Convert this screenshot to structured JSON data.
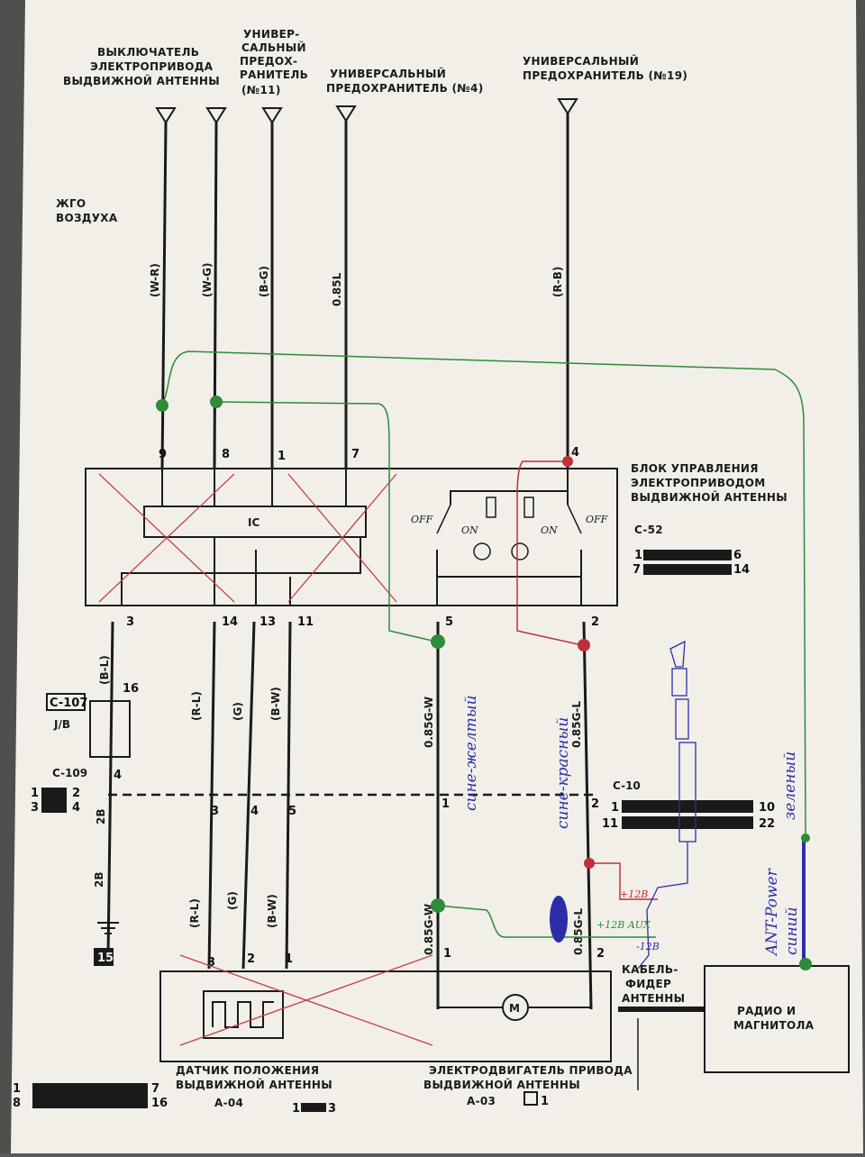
{
  "top_labels": {
    "antenna_switch": [
      "ВЫКЛЮЧАТЕЛЬ",
      "ЭЛЕКТРОПРИВОДА",
      "ВЫДВИЖНОЙ АНТЕННЫ"
    ],
    "fuse11": [
      "УНИВЕР-",
      "САЛЬНЫЙ",
      "ПРЕДОХ-",
      "РАНИТЕЛЬ",
      "(№11)"
    ],
    "fuse4": [
      "УНИВЕРСАЛЬНЫЙ",
      "ПРЕДОХРАНИТЕЛЬ (№4)"
    ],
    "fuse19": [
      "УНИВЕРСАЛЬНЫЙ",
      "ПРЕДОХРАНИТЕЛЬ (№19)"
    ],
    "air": [
      "ЖГО",
      "ВОЗДУХА"
    ]
  },
  "wire_labels": {
    "w1": "(W-R)",
    "w2": "(W-G)",
    "w3": "(B-G)",
    "w4": "0.85L",
    "w5": "(R-B)",
    "w_bl": "(B-L)",
    "w_rl": "(R-L)",
    "w_g": "(G)",
    "w_bw": "(B-W)",
    "w_85gw": "0.85G-W",
    "w_85gl": "0.85G-L",
    "w_bl2": "2B",
    "w_bl3": "2B"
  },
  "top_pins": [
    "9",
    "8",
    "1",
    "7",
    "4"
  ],
  "control_unit": {
    "title": [
      "БЛОК УПРАВЛЕНИЯ",
      "ЭЛЕКТРОПРИВОДОМ",
      "ВЫДВИЖНОЙ АНТЕННЫ"
    ],
    "ic": "IC",
    "connector": "C-52",
    "conn_row1": [
      "1",
      "6"
    ],
    "conn_row2": [
      "7",
      "14"
    ],
    "relay_left": [
      "OFF",
      "ON"
    ],
    "relay_right": [
      "ON",
      "OFF"
    ]
  },
  "bottom_pins": [
    "3",
    "14",
    "13",
    "11",
    "5",
    "2"
  ],
  "jb": {
    "connector": "C-107",
    "name": "J/B",
    "pin": "16",
    "pin2": "4"
  },
  "c109": {
    "name": "C-109",
    "pins": [
      "1",
      "2",
      "3",
      "4"
    ]
  },
  "c10": {
    "name": "C-10",
    "row1": [
      "1",
      "10"
    ],
    "row2": [
      "11",
      "22"
    ],
    "pins": [
      "3",
      "4",
      "5",
      "1",
      "2"
    ]
  },
  "ground_tag": "15",
  "sensor": {
    "title": [
      "ДАТЧИК ПОЛОЖЕНИЯ",
      "ВЫДВИЖНОЙ АНТЕННЫ"
    ],
    "connector": "A-04",
    "pins": [
      "3",
      "2",
      "1"
    ],
    "conn_pins": [
      "1",
      "3"
    ],
    "left_conn": [
      "1",
      "7",
      "8",
      "16"
    ]
  },
  "motor": {
    "title": [
      "ЭЛЕКТРОДВИГАТЕЛЬ ПРИВОДА",
      "ВЫДВИЖНОЙ АНТЕННЫ"
    ],
    "connector": "A-03",
    "pins": [
      "1",
      "2"
    ],
    "symbol": "M",
    "conn_pin": "1"
  },
  "feeder": [
    "КАБЕЛЬ-",
    "ФИДЕР",
    "АНТЕННЫ"
  ],
  "radio": [
    "РАДИО И",
    "МАГНИТОЛА"
  ],
  "handwritten": {
    "yellow": "сине-желтый",
    "red": "сине-красный",
    "green": "зеленый",
    "blue": "синий",
    "ant_power": "ANT-Power",
    "plus12": "+12В",
    "plus12aux": "+12В AUX",
    "minus12": "-12В"
  },
  "colors": {
    "paper": "#f2f0ea",
    "ink": "#1a1a1a",
    "green_marker": "#2e8b3a",
    "red_marker": "#c0303a",
    "blue_pen": "#2a2fa8",
    "cross_red": "#c04050"
  }
}
